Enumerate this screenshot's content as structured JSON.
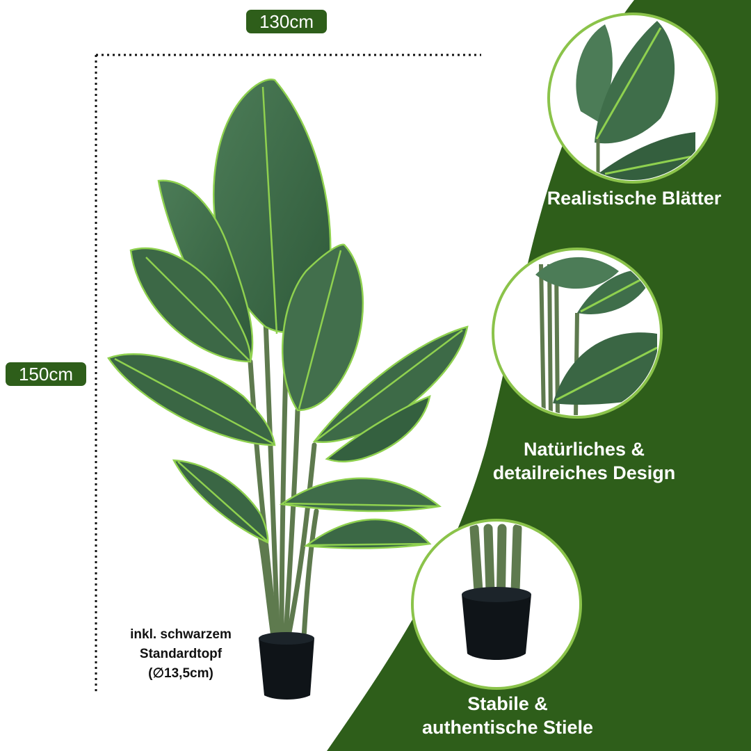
{
  "dimensions": {
    "width_label": "130cm",
    "height_label": "150cm"
  },
  "pot_note": {
    "line1": "inkl. schwarzem",
    "line2": "Standardtopf",
    "line3": "(∅13,5cm)"
  },
  "features": [
    {
      "line1": "Realistische Blätter",
      "line2": ""
    },
    {
      "line1": "Natürliches &",
      "line2": "detailreiches Design"
    },
    {
      "line1": "Stabile &",
      "line2": "authentische Stiele"
    }
  ],
  "colors": {
    "brand_green": "#2e5e1a",
    "ring_light": "#8bc34a",
    "leaf": "#3f6e4a",
    "leaf_vein": "#8fd14f",
    "pot": "#0f1418"
  },
  "icons": [
    "plant-photo",
    "leaf-closeup-photo",
    "stem-closeup-photo",
    "pot-closeup-photo"
  ]
}
